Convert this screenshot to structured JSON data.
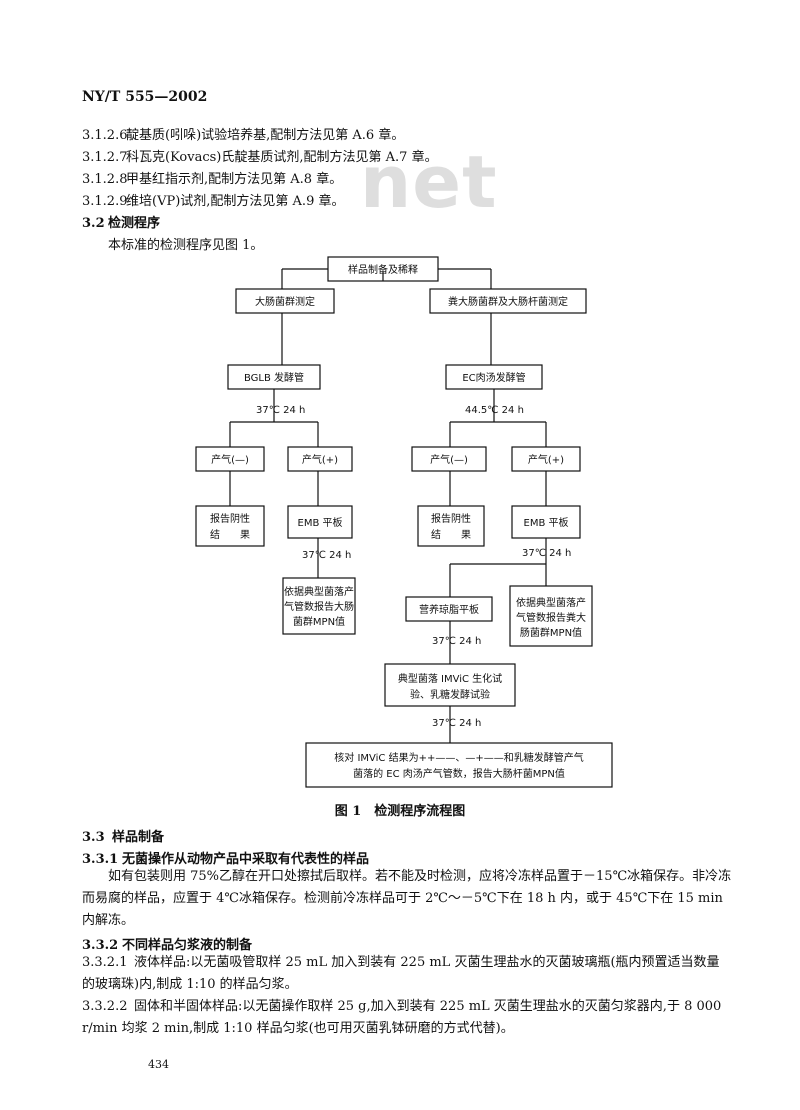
{
  "header": {
    "doc_code": "NY/T 555—2002"
  },
  "watermark": "net",
  "items": [
    {
      "num": "3.1.2.6",
      "text": "靛基质(吲哚)试验培养基,配制方法见第 A.6 章。"
    },
    {
      "num": "3.1.2.7",
      "text": "科瓦克(Kovacs)氏靛基质试剂,配制方法见第 A.7 章。"
    },
    {
      "num": "3.1.2.8",
      "text": "甲基红指示剂,配制方法见第 A.8 章。"
    },
    {
      "num": "3.1.2.9",
      "text": "维培(VP)试剂,配制方法见第 A.9 章。"
    }
  ],
  "section_3_2": {
    "num": "3.2",
    "title": "检测程序",
    "intro": "本标准的检测程序见图 1。"
  },
  "flow": {
    "top": "样品制备及稀释",
    "left_branch": "大肠菌群测定",
    "right_branch": "粪大肠菌群及大肠杆菌测定",
    "bglb": "BGLB 发酵管",
    "ec": "EC肉汤发酵管",
    "cond_37_24": "37℃  24 h",
    "cond_445_24": "44.5℃  24 h",
    "gas_neg": "产气(—)",
    "gas_pos": "产气(+)",
    "report_neg_1": "报告阴性",
    "report_neg_2": "结　　果",
    "emb": "EMB 平板",
    "left_mpn_1": "依据典型菌落产",
    "left_mpn_2": "气管数报告大肠",
    "left_mpn_3": "菌群MPN值",
    "agar": "营养琼脂平板",
    "right_mpn_1": "依据典型菌落产",
    "right_mpn_2": "气管数报告粪大",
    "right_mpn_3": "肠菌群MPN值",
    "imvic_1": "典型菌落 IMViC 生化试",
    "imvic_2": "验、乳糖发酵试验",
    "final_1": "核对 IMViC 结果为++——、—+——和乳糖发酵管产气",
    "final_2": "菌落的 EC 肉汤产气管数，报告大肠杆菌MPN值"
  },
  "figure_caption": "图 1　检测程序流程图",
  "section_3_3": {
    "num": "3.3",
    "title": "样品制备"
  },
  "s331": {
    "num": "3.3.1",
    "title": "无菌操作从动物产品中采取有代表性的样品",
    "para": "如有包装则用 75%乙醇在开口处擦拭后取样。若不能及时检测，应将冷冻样品置于－15℃冰箱保存。非冷冻而易腐的样品，应置于 4℃冰箱保存。检测前冷冻样品可于 2℃～－5℃下在 18 h 内，或于 45℃下在 15 min 内解冻。"
  },
  "s332": {
    "num": "3.3.2",
    "title": "不同样品匀浆液的制备"
  },
  "s3321": {
    "num": "3.3.2.1",
    "text": "液体样品:以无菌吸管取样 25 mL 加入到装有 225 mL 灭菌生理盐水的灭菌玻璃瓶(瓶内预置适当数量的玻璃珠)内,制成 1:10 的样品匀浆。"
  },
  "s3322": {
    "num": "3.3.2.2",
    "text": "固体和半固体样品:以无菌操作取样 25 g,加入到装有 225 mL 灭菌生理盐水的灭菌匀浆器内,于 8 000 r/min 均浆 2 min,制成 1:10 样品匀浆(也可用灭菌乳钵研磨的方式代替)。"
  },
  "page_number": "434"
}
